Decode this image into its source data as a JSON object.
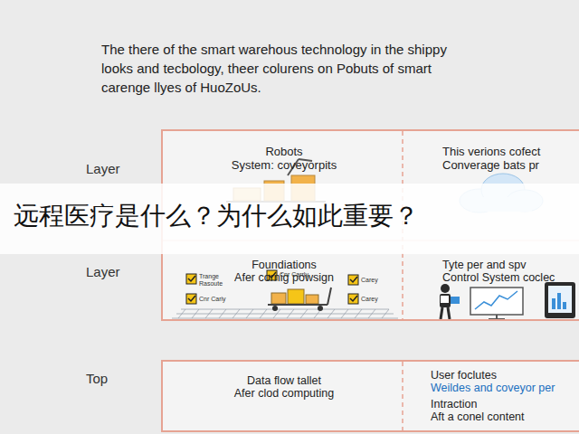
{
  "diagram": {
    "title": "The there of the smart warehous technology in the shippy looks and tecbology, theer colurens on Pobuts of smart carenge llyes of HuoZoUs.",
    "nodes": [
      {
        "text": [
          "Robots",
          "System: coveyorpits",
          "This verions cofect",
          "Converage bats pr",
          "Foundiations",
          "Afer cornig powsign",
          "Tyte per and spv",
          "Control System coclec"
        ]
      },
      {
        "text": [
          "远程医疗是什么？为什么如此重要？"
        ]
      },
      {
        "text": [
          "Data flow tallet",
          "Afer clod computing",
          "User foclutes",
          "Weildes and coveyor per",
          "Intraction",
          "Aft a conel content"
        ]
      }
    ],
    "edges": [],
    "labels": [
      "Layer",
      "Layer",
      "Top",
      "Trange Rasoute",
      "Cnr Carrly",
      "Cnr Cariy",
      "Carey",
      "Carey"
    ]
  }
}
